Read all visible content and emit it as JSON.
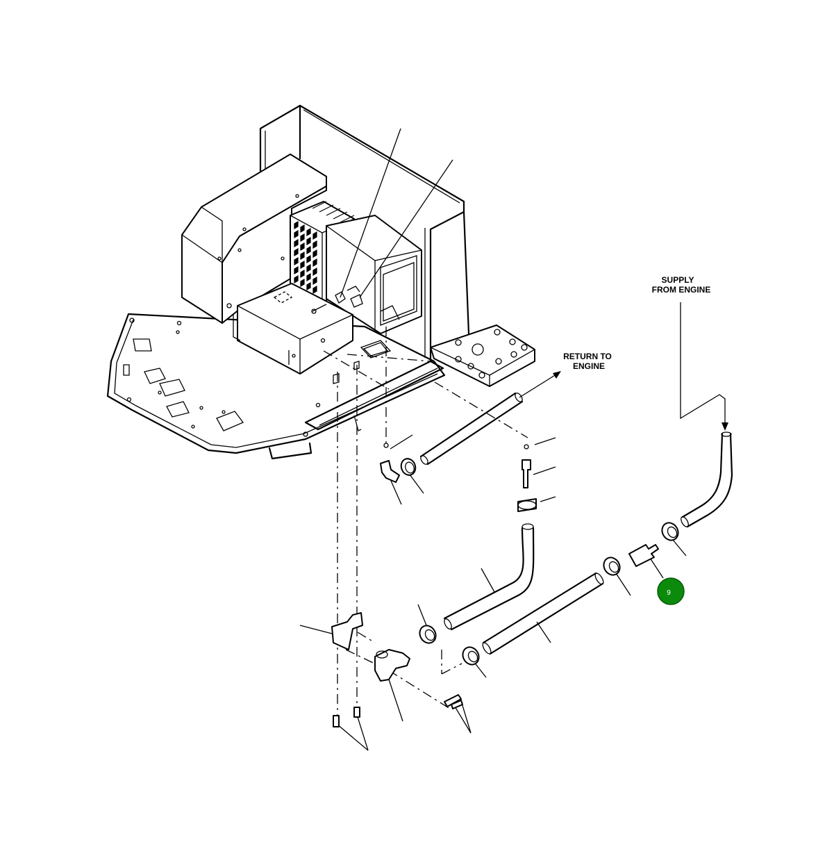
{
  "labels": {
    "supply_line1": "SUPPLY",
    "supply_line2": "FROM ENGINE",
    "return_line1": "RETURN TO",
    "return_line2": "ENGINE"
  },
  "callout": {
    "number": "9",
    "color": "#0b8a0b"
  },
  "icons": [
    "arrow-return-icon",
    "arrow-supply-icon"
  ]
}
